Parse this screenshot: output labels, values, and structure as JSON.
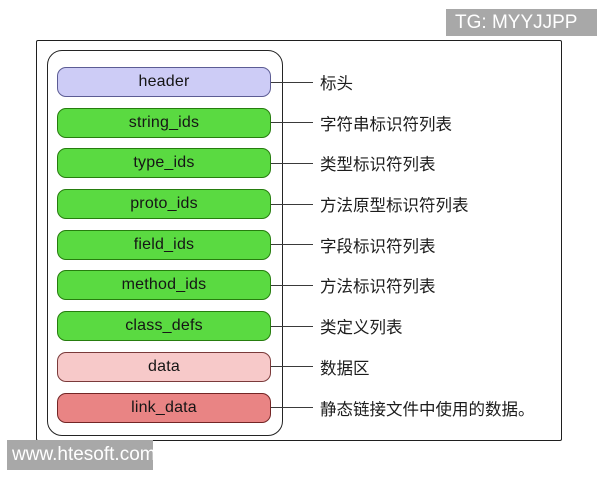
{
  "watermarks": {
    "top_right": "TG: MYYJJPP",
    "bottom_left": "www.htesoft.com"
  },
  "colors": {
    "watermark_bg": "#a8a8a8",
    "watermark_text": "#ffffff",
    "panel_border": "#1f1f1f",
    "container_border": "#242424",
    "connector_line": "#3a3a3a",
    "box_text": "#151515",
    "desc_text": "#1c1c1c"
  },
  "diagram": {
    "rows": [
      {
        "label": "header",
        "desc": "标头",
        "fill": "#cdccf6",
        "border": "#5c5c94"
      },
      {
        "label": "string_ids",
        "desc": "字符串标识符列表",
        "fill": "#5ada41",
        "border": "#267d0e"
      },
      {
        "label": "type_ids",
        "desc": "类型标识符列表",
        "fill": "#5ada41",
        "border": "#267d0e"
      },
      {
        "label": "proto_ids",
        "desc": "方法原型标识符列表",
        "fill": "#5ada41",
        "border": "#267d0e"
      },
      {
        "label": "field_ids",
        "desc": "字段标识符列表",
        "fill": "#5ada41",
        "border": "#267d0e"
      },
      {
        "label": "method_ids",
        "desc": "方法标识符列表",
        "fill": "#5ada41",
        "border": "#267d0e"
      },
      {
        "label": "class_defs",
        "desc": "类定义列表",
        "fill": "#5ada41",
        "border": "#267d0e"
      },
      {
        "label": "data",
        "desc": "数据区",
        "fill": "#f7c9c9",
        "border": "#7a3a3a"
      },
      {
        "label": "link_data",
        "desc": "静态链接文件中使用的数据。",
        "fill": "#e98484",
        "border": "#732525"
      }
    ]
  }
}
